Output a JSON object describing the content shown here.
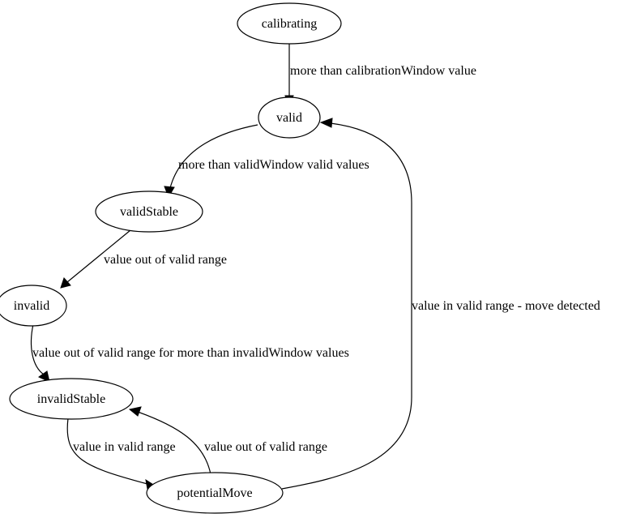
{
  "diagram": {
    "nodes": {
      "calibrating": "calibrating",
      "valid": "valid",
      "validStable": "validStable",
      "invalid": "invalid",
      "invalidStable": "invalidStable",
      "potentialMove": "potentialMove"
    },
    "edges": {
      "calibrating_to_valid": "more than calibrationWindow value",
      "valid_to_validStable": "more than validWindow valid values",
      "validStable_to_invalid": "value out of valid range",
      "invalid_to_invalidStable": "value out of valid range for more than invalidWindow values",
      "invalidStable_to_potentialMove": "value in valid range",
      "potentialMove_to_invalidStable": "value out of valid range",
      "potentialMove_to_valid": "value in valid range - move detected"
    }
  }
}
